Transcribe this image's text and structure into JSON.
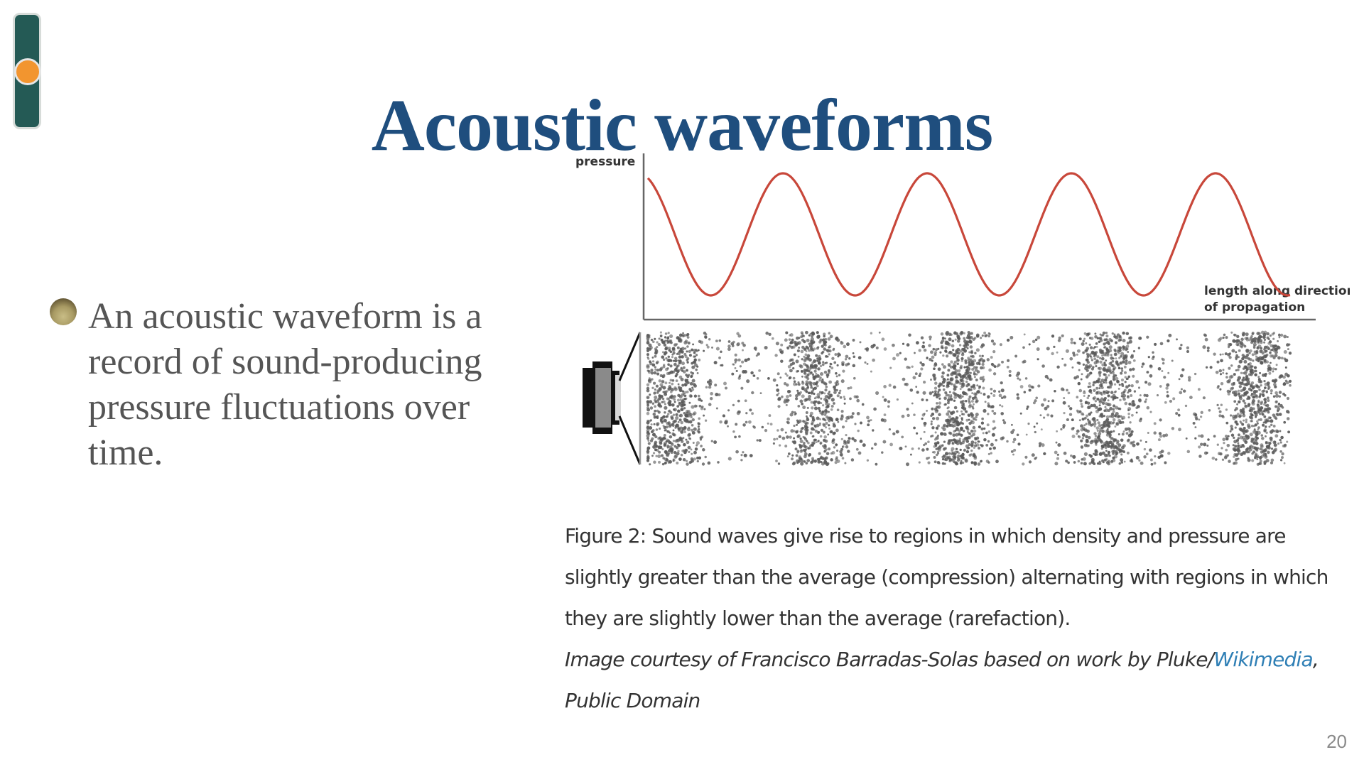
{
  "slide": {
    "title": "Acoustic waveforms",
    "bullet": "An acoustic waveform is a record of sound-producing pressure fluctuations over time.",
    "page_number": "20"
  },
  "figure": {
    "ylabel": "pressure",
    "xlabel_line1": "length along direction",
    "xlabel_line2": "of propagation",
    "caption": "Figure 2: Sound waves give rise to regions in which density and pressure are slightly greater than the average (compression) alternating with regions in which they are slightly lower than the average (rarefaction).",
    "credit_prefix": "Image courtesy of Francisco Barradas-Solas based on work by Pluke/",
    "credit_link": "Wikimedia",
    "credit_suffix": ", Public Domain",
    "wave_color": "#c8473a",
    "particle_color": "#5a5a5a"
  },
  "colors": {
    "title": "#1f4e7e",
    "tab": "#245a55",
    "tab_dot": "#f2952f",
    "link": "#2f7fb5"
  }
}
